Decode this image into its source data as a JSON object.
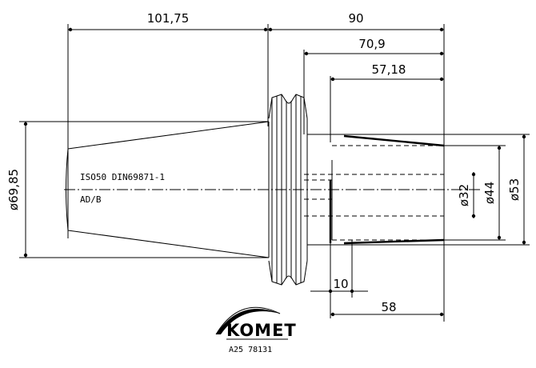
{
  "drawing": {
    "dimensions": {
      "total_length": "101,75",
      "flange_to_end": "90",
      "flange_to_bore_end": "70,9",
      "bore_depth": "57,18",
      "taper_diameter": "ø69,85",
      "bore_diameter": "ø32",
      "bore_outer_diameter": "ø44",
      "shank_diameter": "ø53",
      "step_length": "10",
      "bore_length": "58"
    },
    "notes": {
      "standard": "ISO50 DIN69871-1",
      "variant": "AD/B"
    },
    "brand": {
      "name": "KOMET",
      "part_number": "A25 78131"
    }
  }
}
